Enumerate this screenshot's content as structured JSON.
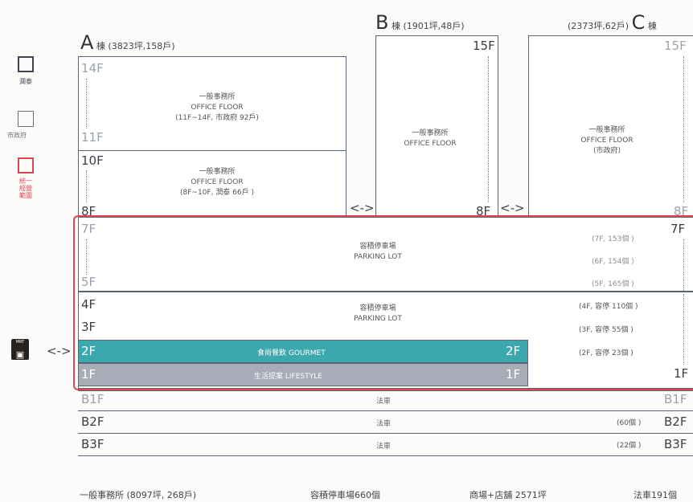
{
  "buildings": {
    "A": {
      "letter": "A",
      "sub": "棟 (3823坪,158戶)"
    },
    "B": {
      "letter": "B",
      "sub": "棟 (1901坪,48戶)"
    },
    "C": {
      "letter": "C",
      "sub": "棟",
      "prefix": "(2373坪,62戶)"
    }
  },
  "legend": [
    {
      "label": "潤泰",
      "color": "#3c4652"
    },
    {
      "label": "市政府",
      "color": "#6a7580"
    },
    {
      "label": "統一\n經營\n範圍",
      "color": "#e0464f"
    }
  ],
  "a_upper": {
    "top": "14F",
    "bottom": "11F",
    "line1": "一般事務所",
    "line2": "OFFICE FLOOR",
    "line3": "(11F~14F, 市政府 92戶)"
  },
  "a_lower": {
    "top": "10F",
    "bottom": "8F",
    "line1": "一般事務所",
    "line2": "OFFICE FLOOR",
    "line3": "(8F~10F, 潤泰 66戶 )"
  },
  "b_box": {
    "top": "15F",
    "bottom": "8F",
    "line1": "一般事務所",
    "line2": "OFFICE FLOOR"
  },
  "c_box": {
    "top": "15F",
    "bottom": "8F",
    "line1": "一般事務所",
    "line2": "OFFICE FLOOR",
    "line3": "(市政府)"
  },
  "parking_upper": {
    "top": "7F",
    "bottom": "5F",
    "right": "7F",
    "line1": "容積停車場",
    "line2": "PARKING LOT",
    "counts": [
      "(7F, 153個 )",
      "(6F, 154個 )",
      "(5F, 165個 )"
    ]
  },
  "parking_lower": {
    "f4": "4F",
    "f3": "3F",
    "line1": "容積停車場",
    "line2": "PARKING LOT",
    "counts": [
      "(4F, 容停 110個 )",
      "(3F, 容停 55個 )",
      "(2F, 容停 23個 )"
    ]
  },
  "gourmet": {
    "left": "2F",
    "right": "2F",
    "label": "食尚餐飲 GOURMET"
  },
  "lifestyle": {
    "left": "1F",
    "right": "1F",
    "label": "生活提案 LIFESTYLE",
    "c_floor": "1F"
  },
  "basement": [
    {
      "left": "B1F",
      "label": "法車",
      "right": "B1F",
      "count": ""
    },
    {
      "left": "B2F",
      "label": "法車",
      "right": "B2F",
      "count": "(60個 )"
    },
    {
      "left": "B3F",
      "label": "法車",
      "right": "B3F",
      "count": "(22個 )"
    }
  ],
  "mrt": {
    "label": "MRT"
  },
  "summary": [
    "一般事務所 (8097坪, 268戶)",
    "容積停車場660個",
    "商場+店舖 2571坪",
    "法車191個"
  ]
}
